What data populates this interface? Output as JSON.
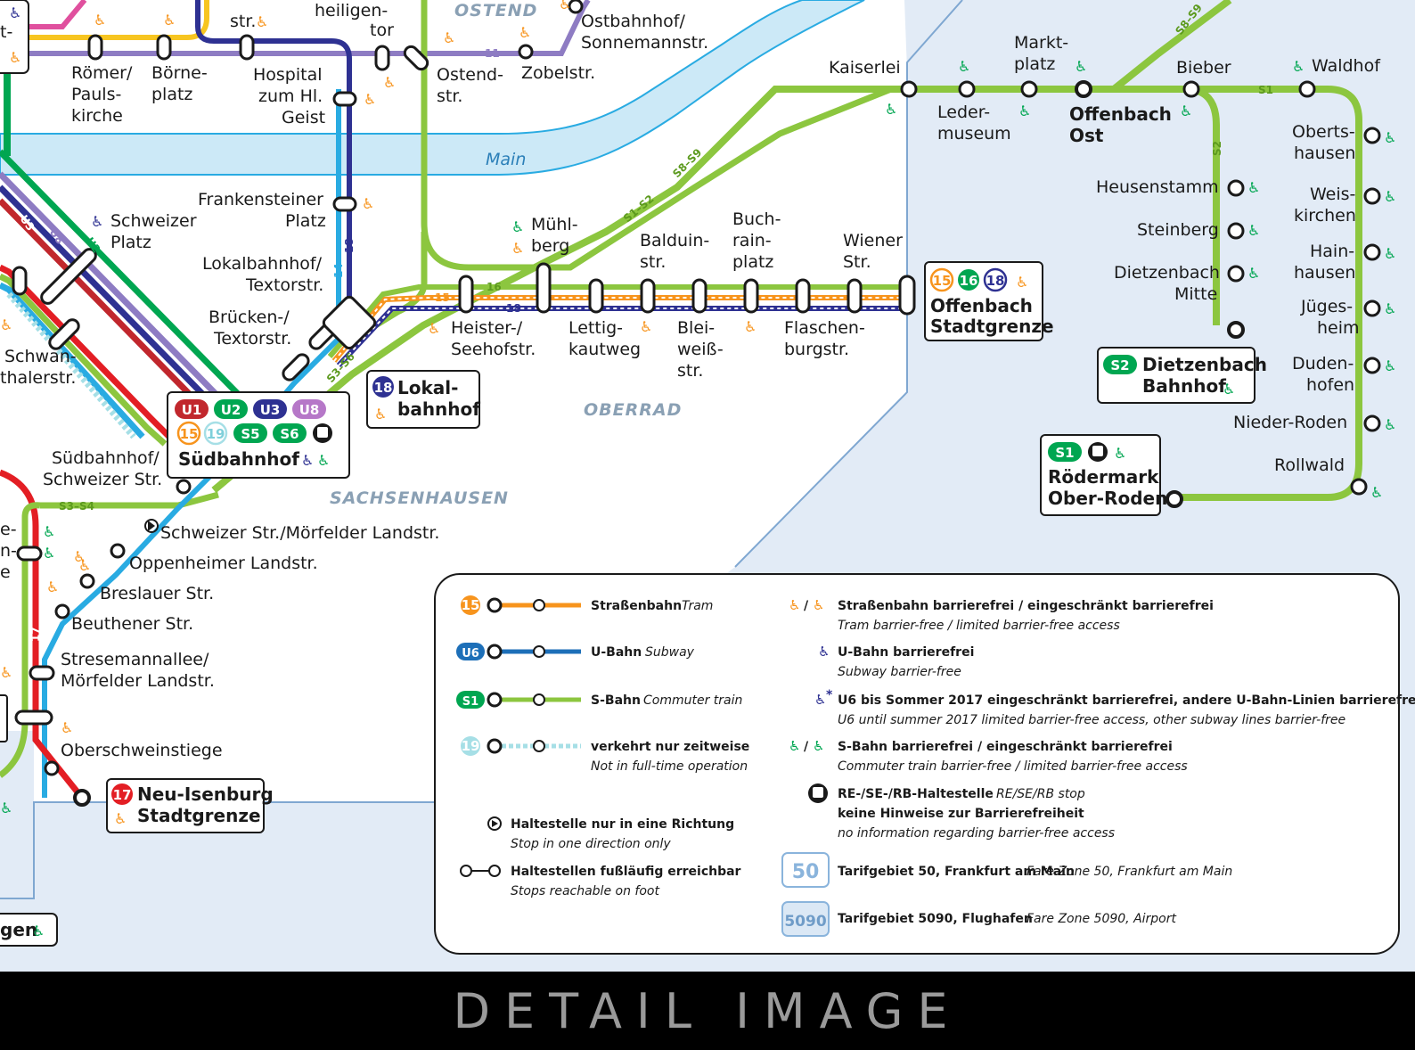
{
  "districts": {
    "ostend": "OSTEND",
    "oberrad": "OBERRAD",
    "sachsenhausen": "SACHSENHAUSEN"
  },
  "river": "Main",
  "stations": {
    "stoltze": "str.",
    "heiligentor_1": "heiligen-",
    "heiligentor_2": "tor",
    "ostbahnhof_1": "Ostbahnhof/",
    "ostbahnhof_2": "Sonnemannstr.",
    "roemer_1": "Römer/",
    "roemer_2": "Pauls-",
    "roemer_3": "kirche",
    "boerne_1": "Börne-",
    "boerne_2": "platz",
    "hospital_1": "Hospital",
    "hospital_2": "zum Hl.",
    "hospital_3": "Geist",
    "ostend_1": "Ostend-",
    "ostend_2": "str.",
    "zobel": "Zobelstr.",
    "kaiserlei": "Kaiserlei",
    "ledermuseum_1": "Leder-",
    "ledermuseum_2": "museum",
    "marktplatz_1": "Markt-",
    "marktplatz_2": "platz",
    "offenbach_ost_1": "Offenbach",
    "offenbach_ost_2": "Ost",
    "bieber": "Bieber",
    "waldhof": "Waldhof",
    "obertshausen_1": "Oberts-",
    "obertshausen_2": "hausen",
    "heusenstamm": "Heusenstamm",
    "weiskirchen_1": "Weis-",
    "weiskirchen_2": "kirchen",
    "steinberg": "Steinberg",
    "hainhausen_1": "Hain-",
    "hainhausen_2": "hausen",
    "dietzenbach_mitte_1": "Dietzenbach",
    "dietzenbach_mitte_2": "Mitte",
    "juegesheim_1": "Jüges-",
    "juegesheim_2": "heim",
    "dudenhofen_1": "Duden-",
    "dudenhofen_2": "hofen",
    "nieder_roden": "Nieder-Roden",
    "rollwald": "Rollwald",
    "frankensteiner_1": "Frankensteiner",
    "frankensteiner_2": "Platz",
    "schweizer_platz_1": "Schweizer",
    "schweizer_platz_2": "Platz",
    "muehlberg_1": "Mühl-",
    "muehlberg_2": "berg",
    "balduin_1": "Balduin-",
    "balduin_2": "str.",
    "buchrain_1": "Buch-",
    "buchrain_2": "rain-",
    "buchrain_3": "platz",
    "wiener_1": "Wiener",
    "wiener_2": "Str.",
    "lokalbahnhof_t_1": "Lokalbahnhof/",
    "lokalbahnhof_t_2": "Textorstr.",
    "bruecken_1": "Brücken-/",
    "bruecken_2": "Textorstr.",
    "heister_1": "Heister-/",
    "heister_2": "Seehofstr.",
    "lettig_1": "Lettig-",
    "lettig_2": "kautweg",
    "bleiweiss_1": "Blei-",
    "bleiweiss_2": "weiß-",
    "bleiweiss_3": "str.",
    "flaschen_1": "Flaschen-",
    "flaschen_2": "burgstr.",
    "schwan_1": "Schwan-",
    "schwan_2": "thalerstr.",
    "suedbahnhof_sw_1": "Südbahnhof/",
    "suedbahnhof_sw_2": "Schweizer Str.",
    "schweizer_moerf": "Schweizer Str./Mörfelder Landstr.",
    "oppenheimer": "Oppenheimer Landstr.",
    "breslauer": "Breslauer Str.",
    "beuthener": "Beuthener Str.",
    "stresemann_1": "Stresemannallee/",
    "stresemann_2": "Mörfelder Landstr.",
    "oberschweinstiege": "Oberschweinstiege",
    "gen": "gen",
    "t_frag": "t-",
    "e_frag": "e-",
    "n_frag": "n-",
    "ee_frag": "e"
  },
  "terminals": {
    "offenbach_stadtgrenze_1": "Offenbach",
    "offenbach_stadtgrenze_2": "Stadtgrenze",
    "dietzenbach_bf_1": "Dietzenbach",
    "dietzenbach_bf_2": "Bahnhof",
    "roedermark_1": "Rödermark",
    "roedermark_2": "Ober-Roden",
    "lokalbahnhof_1": "Lokal-",
    "lokalbahnhof_2": "bahnhof",
    "suedbahnhof": "Südbahnhof",
    "neu_isenburg_1": "Neu-Isenburg",
    "neu_isenburg_2": "Stadtgrenze"
  },
  "line_labels": {
    "s8s9_top": "S8–S9",
    "s8s9_mid": "S8–S9",
    "s1s2": "S1–S2",
    "s3s6": "S3–S6",
    "s3s4": "S3–S4",
    "s1": "S1",
    "s2": "S2",
    "l11": "11",
    "l15": "15",
    "l16": "16",
    "l18": "18",
    "l14": "14",
    "l18v": "18",
    "l17": "17",
    "u2": "U2",
    "u3": "U3",
    "u8": "U8"
  },
  "badges": {
    "u1": "U1",
    "u2": "U2",
    "u3": "U3",
    "u8": "U8",
    "t15": "15",
    "t16": "16",
    "t17": "17",
    "t18": "18",
    "t19": "19",
    "s1": "S1",
    "s2": "S2",
    "s5": "S5",
    "s6": "S6",
    "u6": "U6"
  },
  "legend": {
    "tram_b": "Straßenbahn",
    "tram_i": "Tram",
    "ubahn_b": "U-Bahn",
    "ubahn_i": "Subway",
    "sbahn_b": "S-Bahn",
    "sbahn_i": "Commuter train",
    "part_b": "verkehrt nur zeitweise",
    "part_i": "Not in full-time operation",
    "oneway_b": "Haltestelle nur in eine Richtung",
    "oneway_i": "Stop in one direction only",
    "foot_b": "Haltestellen fußläufig erreichbar",
    "foot_i": "Stops reachable on foot",
    "acc_tram_b": "Straßenbahn barrierefrei / eingeschränkt barrierefrei",
    "acc_tram_i": "Tram barrier-free / limited barrier-free access",
    "acc_u_b": "U-Bahn barrierefrei",
    "acc_u_i": "Subway barrier-free",
    "acc_u6_b": "U6 bis Sommer 2017 eingeschränkt barrierefrei, andere U-Bahn-Linien barrierefrei",
    "acc_u6_i": "U6 until summer 2017 limited barrier-free access, other subway lines barrier-free",
    "acc_s_b": "S-Bahn barrierefrei / eingeschränkt barrierefrei",
    "acc_s_i": "Commuter train barrier-free / limited barrier-free access",
    "re_b": "RE-/SE-/RB-Haltestelle",
    "re_i": "RE/SE/RB stop",
    "re_b2": "keine Hinweise zur Barrierefreiheit",
    "re_i2": "no information regarding barrier-free access",
    "zone50_b": "Tarifgebiet 50, Frankfurt am Main",
    "zone50_i": "Fare Zone 50, Frankfurt am Main",
    "zone5090_b": "Tarifgebiet 5090, Flughafen",
    "zone5090_i": "Fare Zone 5090, Airport",
    "zone50_num": "50",
    "zone5090_num": "5090",
    "slash": "/",
    "star": "*"
  },
  "footer": "DETAIL IMAGE",
  "colors": {
    "sbahn": "#8cc63f",
    "tram_orange": "#f7941d",
    "ubahn_blue": "#29abe2",
    "dark_blue": "#2e3192",
    "purple": "#8e7cc3",
    "red": "#e31e24",
    "river": "#cce9f7",
    "zone_area": "#e2ebf6"
  }
}
